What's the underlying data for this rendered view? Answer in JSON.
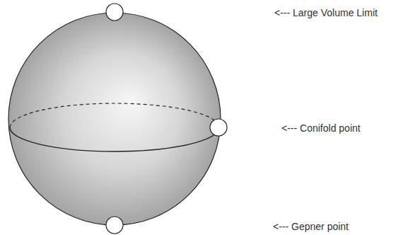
{
  "diagram": {
    "labels": [
      "<--- Large Volume Limit",
      "<--- Conifold point",
      "<--- Gepner point"
    ]
  }
}
